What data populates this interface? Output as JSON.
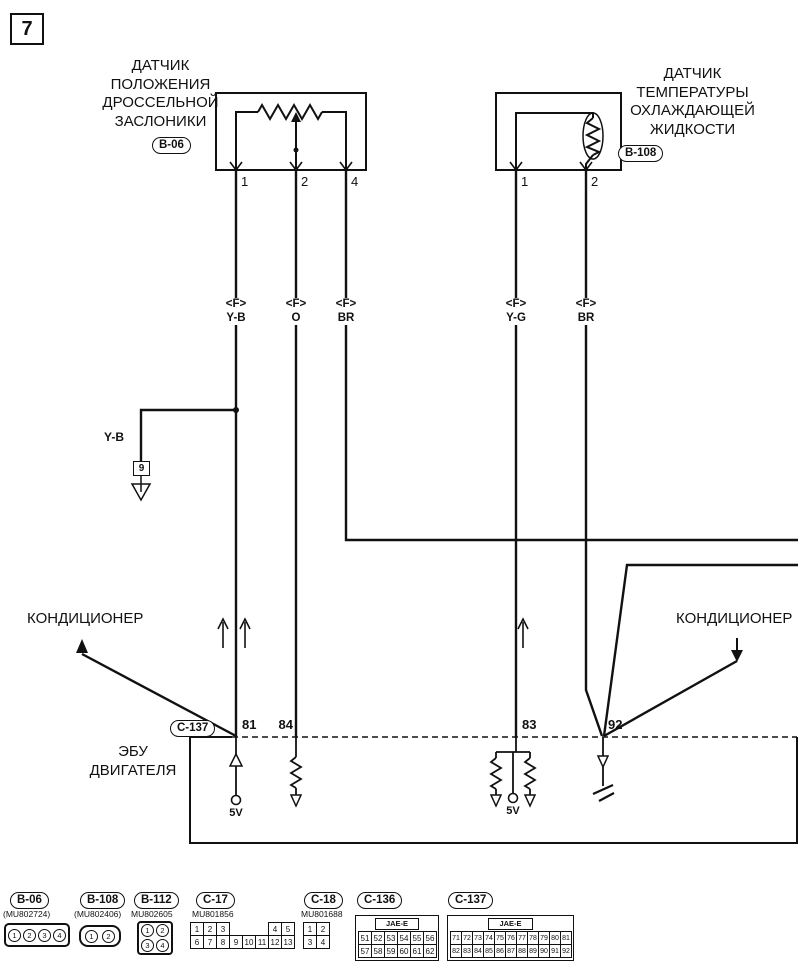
{
  "page_number": "7",
  "tps": {
    "name": [
      "ДАТЧИК",
      "ПОЛОЖЕНИЯ",
      "ДРОССЕЛЬНОЙ",
      "ЗАСЛОНИКИ"
    ],
    "connector_label": "B-06",
    "pin_numbers": [
      "1",
      "2",
      "4"
    ]
  },
  "ect": {
    "name": [
      "ДАТЧИК",
      "ТЕМПЕРАТУРЫ",
      "ОХЛАЖДАЮЩЕЙ",
      "ЖИДКОСТИ"
    ],
    "connector_label": "B-108",
    "pin_numbers": [
      "1",
      "2"
    ]
  },
  "wire_labels": [
    {
      "tag": "<F>",
      "color": "Y-B"
    },
    {
      "tag": "<F>",
      "color": "O"
    },
    {
      "tag": "<F>",
      "color": "BR"
    },
    {
      "tag": "<F>",
      "color": "Y-G"
    },
    {
      "tag": "<F>",
      "color": "BR"
    }
  ],
  "branch": {
    "wire_color": "Y-B",
    "joint_number": "9"
  },
  "ac_left": "КОНДИЦИОНЕР",
  "ac_right": "КОНДИЦИОНЕР",
  "ecu": {
    "name": [
      "ЭБУ",
      "ДВИГАТЕЛЯ"
    ],
    "connector_label": "C-137",
    "pins": [
      "81",
      "84",
      "83",
      "92"
    ],
    "supply_labels": [
      "5V",
      "5V"
    ]
  },
  "connectors": [
    {
      "label": "B-06",
      "part": "(MU802724)",
      "pins": [
        "1",
        "2",
        "3",
        "4"
      ]
    },
    {
      "label": "B-108",
      "part": "(MU802406)",
      "pins": [
        "1",
        "2"
      ]
    },
    {
      "label": "B-112",
      "part": "MU802605",
      "rows": [
        [
          "1",
          "2"
        ],
        [
          "3",
          "4"
        ]
      ]
    },
    {
      "label": "C-17",
      "part": "MU801856",
      "rows": [
        [
          "1",
          "2",
          "3",
          "",
          "",
          "",
          "4",
          "5"
        ],
        [
          "6",
          "7",
          "8",
          "9",
          "10",
          "11",
          "12",
          "13"
        ]
      ]
    },
    {
      "label": "C-18",
      "part": "MU801688",
      "rows": [
        [
          "1",
          "2"
        ],
        [
          "3",
          "4"
        ]
      ]
    },
    {
      "label": "C-136",
      "part": "",
      "header": "JAE-E",
      "rows": [
        [
          "51",
          "52",
          "53",
          "54",
          "55",
          "56"
        ],
        [
          "57",
          "58",
          "59",
          "60",
          "61",
          "62"
        ]
      ]
    },
    {
      "label": "C-137",
      "part": "",
      "header": "JAE-E",
      "rows": [
        [
          "71",
          "72",
          "73",
          "74",
          "75",
          "76",
          "77",
          "78",
          "79",
          "80",
          "81"
        ],
        [
          "82",
          "83",
          "84",
          "85",
          "86",
          "87",
          "88",
          "89",
          "90",
          "91",
          "92"
        ]
      ]
    }
  ]
}
